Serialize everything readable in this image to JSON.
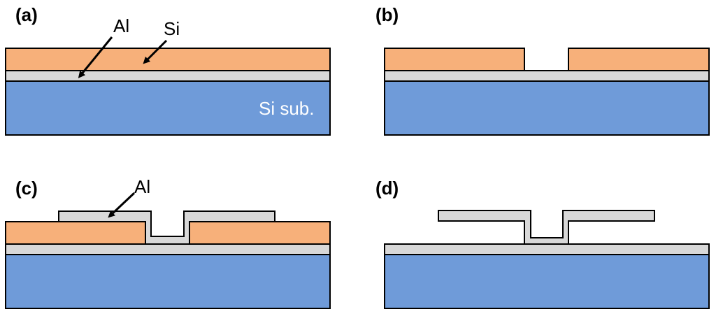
{
  "panels": {
    "a": {
      "label": "(a)"
    },
    "b": {
      "label": "(b)"
    },
    "c": {
      "label": "(c)"
    },
    "d": {
      "label": "(d)"
    }
  },
  "callouts": {
    "al_a": "Al",
    "si_a": "Si",
    "al_c": "Al"
  },
  "substrate_label": "Si sub.",
  "colors": {
    "substrate": "#6f9bd9",
    "silicon": "#f7b07a",
    "aluminum": "#d8d8d8"
  }
}
